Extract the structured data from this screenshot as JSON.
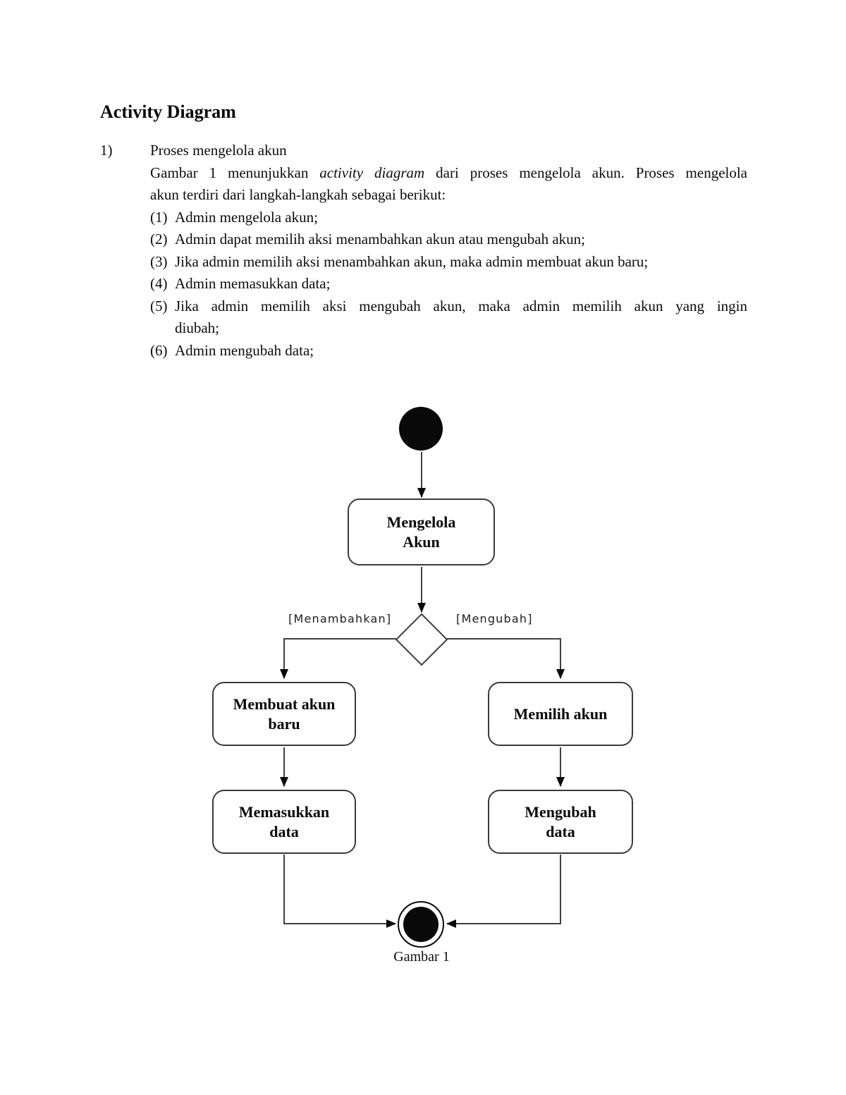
{
  "document": {
    "title": "Activity Diagram",
    "item": {
      "number": "1)",
      "title": "Proses mengelola akun",
      "intro": {
        "line1_pre": "Gambar 1 menunjukkan",
        "line1_italic": "activity diagram",
        "line1_post": "dari proses mengelola akun. Proses mengelola",
        "line2": "akun terdiri dari langkah-langkah sebagai berikut:"
      },
      "steps": [
        {
          "num": "(1)",
          "text": "Admin mengelola akun;"
        },
        {
          "num": "(2)",
          "text": "Admin dapat memilih aksi menambahkan akun atau mengubah akun;"
        },
        {
          "num": "(3)",
          "text": "Jika admin memilih aksi menambahkan akun, maka admin membuat akun baru;"
        },
        {
          "num": "(4)",
          "text": "Admin memasukkan data;"
        },
        {
          "num": "(5)",
          "text_line1": "Jika admin memilih aksi mengubah akun, maka admin memilih akun yang ingin",
          "text_line2": "diubah;"
        },
        {
          "num": "(6)",
          "text": "Admin mengubah data;"
        }
      ]
    }
  },
  "diagram": {
    "colors": {
      "line": "#3f3f3f",
      "node_border": "#3a3a3a",
      "terminal_fill": "#0a0a0a",
      "node_fill": "#ffffff"
    },
    "nodes": {
      "mengelola_akun": {
        "lines": [
          "Mengelola",
          "Akun"
        ]
      },
      "membuat_akun_baru": {
        "lines": [
          "Membuat akun",
          "baru"
        ]
      },
      "memilih_akun": {
        "lines": [
          "Memilih akun"
        ]
      },
      "memasukkan_data": {
        "lines": [
          "Memasukkan",
          "data"
        ]
      },
      "mengubah_data": {
        "lines": [
          "Mengubah",
          "data"
        ]
      }
    },
    "guards": {
      "left": "[Menambahkan]",
      "right": "[Mengubah]"
    },
    "caption": "Gambar 1"
  }
}
